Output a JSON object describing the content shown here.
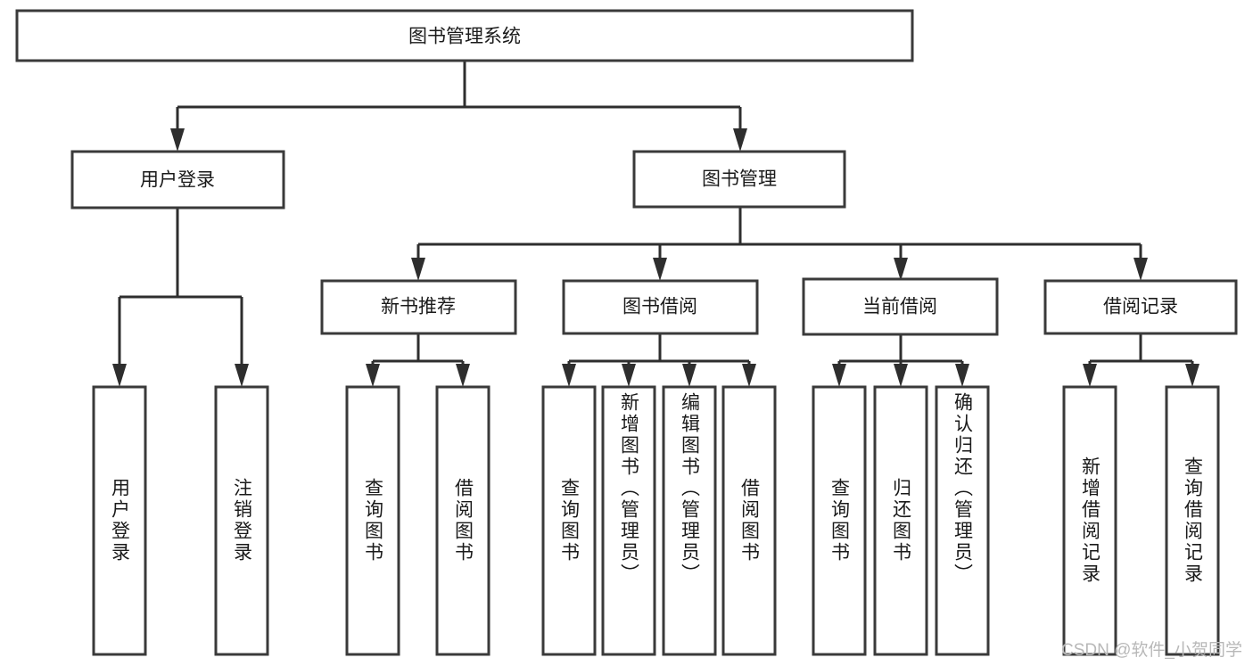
{
  "diagram": {
    "title": "图书管理系统",
    "type": "tree-hierarchy",
    "root": {
      "label": "图书管理系统"
    },
    "level2": [
      {
        "label": "用户登录"
      },
      {
        "label": "图书管理"
      }
    ],
    "level3": [
      {
        "label": "新书推荐"
      },
      {
        "label": "图书借阅"
      },
      {
        "label": "当前借阅"
      },
      {
        "label": "借阅记录"
      }
    ],
    "leaves": {
      "user_login": [
        {
          "label": "用户登录"
        },
        {
          "label": "注销登录"
        }
      ],
      "new_book_recommend": [
        {
          "label": "查询图书"
        },
        {
          "label": "借阅图书"
        }
      ],
      "book_borrow": [
        {
          "label": "查询图书"
        },
        {
          "label": "新增图书（管理员）"
        },
        {
          "label": "编辑图书（管理员）"
        },
        {
          "label": "借阅图书"
        }
      ],
      "current_borrow": [
        {
          "label": "查询图书"
        },
        {
          "label": "归还图书"
        },
        {
          "label": "确认归还（管理员）"
        }
      ],
      "borrow_records": [
        {
          "label": "新增借阅记录"
        },
        {
          "label": "查询借阅记录"
        }
      ]
    }
  },
  "watermark": {
    "text": "CSDN @软件_小贺同学"
  },
  "colors": {
    "box_stroke": "#3a3a3a",
    "connector": "#2e2e2e",
    "text": "#1a1a1a",
    "background": "#ffffff",
    "watermark": "#b8b8b8"
  }
}
